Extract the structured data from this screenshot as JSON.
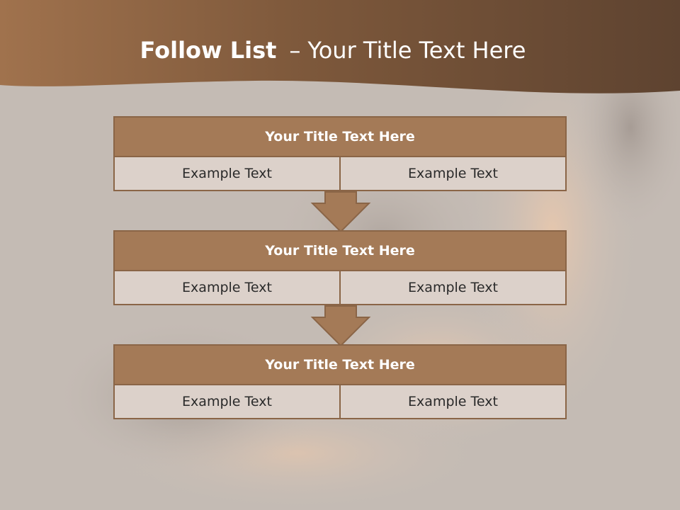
{
  "slide": {
    "title_bold": "Follow List",
    "title_dash": "–",
    "title_rest": "Your Title Text Here"
  },
  "steps": [
    {
      "title": "Your Title Text Here",
      "left": "Example Text",
      "right": "Example Text"
    },
    {
      "title": "Your Title Text Here",
      "left": "Example Text",
      "right": "Example Text"
    },
    {
      "title": "Your Title Text Here",
      "left": "Example Text",
      "right": "Example Text"
    }
  ],
  "connectors": [
    "arrow-down-icon",
    "arrow-down-icon"
  ],
  "colors": {
    "header_band": "#7a563a",
    "box_header": "#a47a57",
    "box_body": "#dcd1ca",
    "border": "#8a6547",
    "background": "#c9c0b9"
  }
}
